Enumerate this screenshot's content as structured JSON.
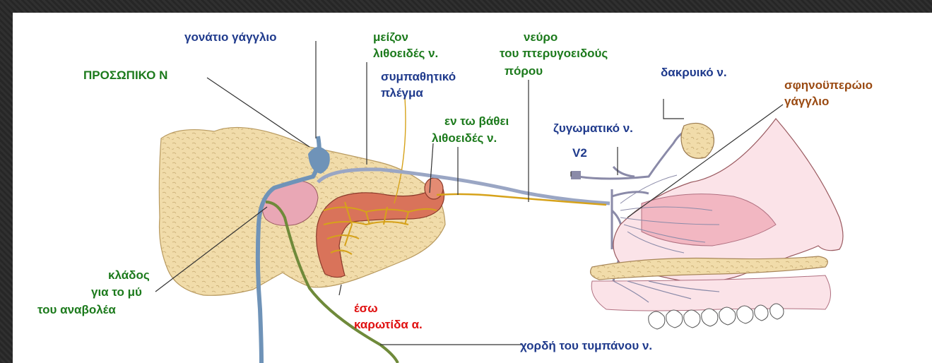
{
  "labels": {
    "geniculate_ganglion": "γονάτιο γάγγλιο",
    "facial_nerve": "ΠΡΟΣΩΠΙΚΟ Ν",
    "greater_petrosal_1": "μείζον",
    "greater_petrosal_2": "λιθοειδές ν.",
    "sympathetic_1": "συμπαθητικό",
    "sympathetic_2": "πλέγμα",
    "pterygoid_nerve_1": "νεύρο",
    "pterygoid_nerve_2": "του πτερυγοειδούς",
    "pterygoid_nerve_3": "πόρου",
    "deep_petrosal_1": "εν τω βάθει",
    "deep_petrosal_2": "λιθοειδές ν.",
    "lacrimal_nerve": "δακρυικό ν.",
    "pterygopalatine_1": "σφηνοϋπερώιο",
    "pterygopalatine_2": "γάγγλιο",
    "zygomatic_nerve": "ζυγωματικό ν.",
    "v2": "V2",
    "stapedius_1": "κλάδος",
    "stapedius_2": "για το μύ",
    "stapedius_3": "του αναβολέα",
    "carotid_1": "έσω",
    "carotid_2": "καρωτίδα α.",
    "chorda_tympani": "χορδή του τυμπάνου ν."
  },
  "colors": {
    "label_blue": "#1f3a8c",
    "label_green": "#1c7a1c",
    "label_red": "#e01010",
    "label_brown": "#9a4a12",
    "bone": "#f1dcaa",
    "facial_nerve": "#6f93b8",
    "chorda_tympani": "#6f8a3a",
    "artery": "#d9735a",
    "sympathetic": "#d6a21a",
    "pterygoid_nerve": "#8a8aa8",
    "mucosa": "#f2b7c2"
  }
}
